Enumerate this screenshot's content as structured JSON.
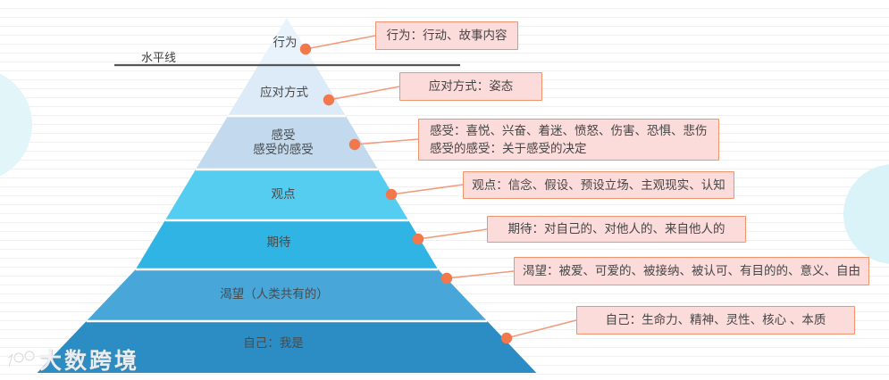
{
  "waterline_label": "水平线",
  "watermark": {
    "text": "大数跨境"
  },
  "colors": {
    "callout_bg": "#fcdbdb",
    "callout_border": "#f0926c",
    "connector_line": "#f29a7a",
    "connector_dot": "#f2774a",
    "waterline": "#565656",
    "divider": "#ffffff"
  },
  "diagram": {
    "type": "pyramid",
    "layers": [
      {
        "name": "behavior",
        "label_lines": [
          "行为"
        ],
        "color": "#e9f3fb",
        "callout_lines": [
          "行为：行动、故事内容"
        ]
      },
      {
        "name": "coping",
        "label_lines": [
          "应对方式"
        ],
        "color": "#dcebf7",
        "callout_lines": [
          "应对方式：姿态"
        ]
      },
      {
        "name": "feelings",
        "label_lines": [
          "感受",
          "感受的感受"
        ],
        "color": "#c2d9ee",
        "callout_lines": [
          "感受：喜悦、兴奋、着迷、愤怒、伤害、恐惧、悲伤",
          "感受的感受：关于感受的决定"
        ]
      },
      {
        "name": "viewpoints",
        "label_lines": [
          "观点"
        ],
        "color": "#55cdf1",
        "callout_lines": [
          "观点：信念、假设、预设立场、主观现实、认知"
        ]
      },
      {
        "name": "expectations",
        "label_lines": [
          "期待"
        ],
        "color": "#2fb4e3",
        "callout_lines": [
          "期待：对自己的、对他人的、来自他人的"
        ]
      },
      {
        "name": "yearnings",
        "label_lines": [
          "渴望（人类共有的）"
        ],
        "color": "#49a6d8",
        "callout_lines": [
          "渴望：被爱、可爱的、被接纳、被认可、有目的的、意义、自由"
        ]
      },
      {
        "name": "self",
        "label_lines": [
          "自己：我是"
        ],
        "color": "#2b8dc4",
        "callout_lines": [
          "自己：生命力、精神、灵性、核心 、本质"
        ]
      }
    ]
  }
}
